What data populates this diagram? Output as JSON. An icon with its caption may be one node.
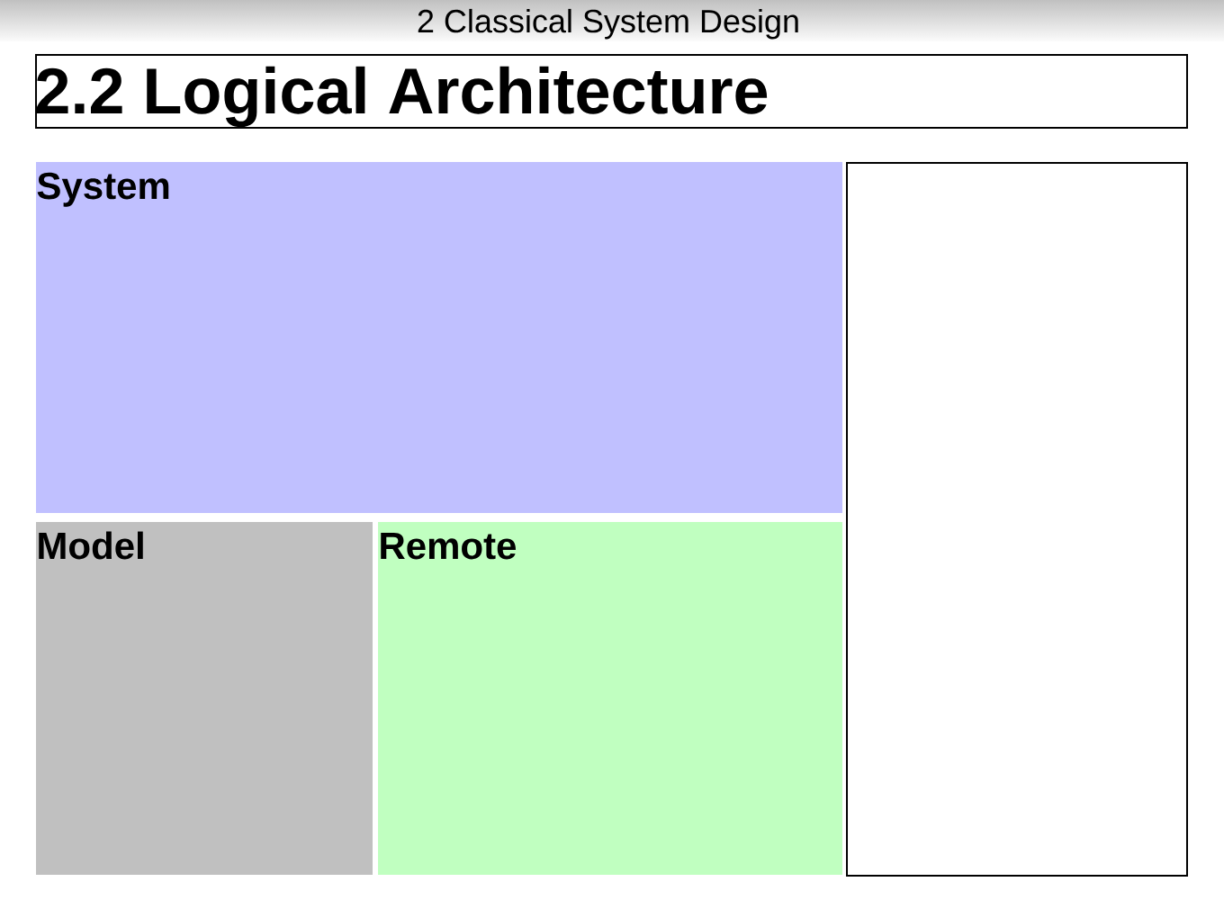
{
  "diagram": {
    "title": "2.2 Logical Architecture",
    "nodes": [
      {
        "text": [
          "System"
        ]
      },
      {
        "text": [
          "Model"
        ]
      },
      {
        "text": [
          "Remote"
        ]
      },
      {
        "text": [],
        "shape": "box"
      }
    ],
    "labels": [
      "2 Classical System Design"
    ]
  }
}
